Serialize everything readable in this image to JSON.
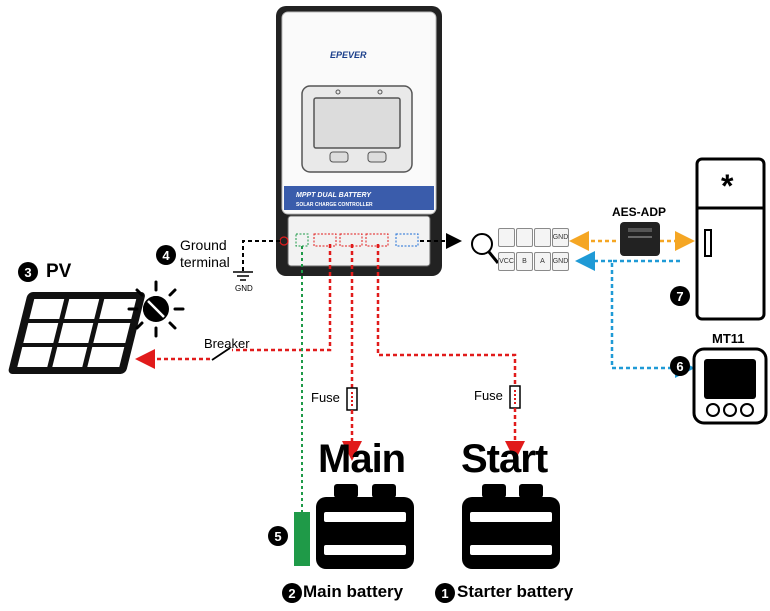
{
  "controller": {
    "brand": "EPEVER",
    "product_line_1": "MPPT DUAL BATTERY",
    "product_line_2": "SOLAR CHARGE CONTROLLER",
    "panel_color": "#3a5cab"
  },
  "labels": {
    "ground_terminal_line1": "Ground",
    "ground_terminal_line2": "terminal",
    "gnd": "GND",
    "pv": "PV",
    "breaker": "Breaker",
    "fuse_main": "Fuse",
    "fuse_start": "Fuse",
    "main_battery_top": "Main",
    "start_battery_top": "Start",
    "main_battery": "Main battery",
    "starter_battery": "Starter battery",
    "adapter": "AES-ADP",
    "meter": "MT11",
    "fridge_symbol": "*"
  },
  "comm_terminals": {
    "top": [
      "",
      "",
      "",
      "GND"
    ],
    "bottom": [
      "VCC",
      "B",
      "A",
      "GND"
    ]
  },
  "badges": {
    "starter": "1",
    "main": "2",
    "pv": "3",
    "ground": "4",
    "temp_sensor": "5",
    "meter": "6",
    "fridge": "7"
  },
  "colors": {
    "pv_wire": "#e11b1b",
    "battery_wire": "#e11b1b",
    "sensor_wire": "#1f9a48",
    "comm_wire": "#f5a623",
    "rs485_wire": "#1f9ad6",
    "ground_wire": "#000000"
  }
}
